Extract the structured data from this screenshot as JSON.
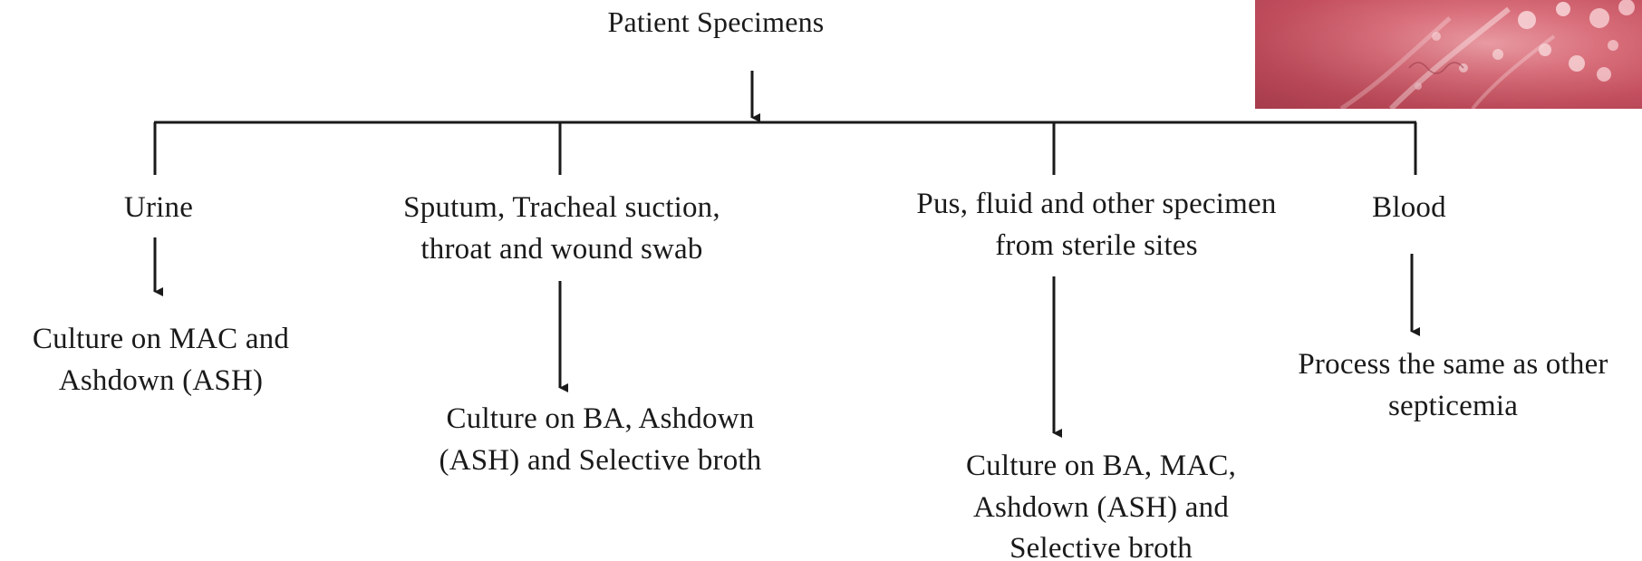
{
  "diagram": {
    "root": "Patient Specimens",
    "categories": {
      "urine": "Urine",
      "sputum": "Sputum, Tracheal suction,\nthroat and wound swab",
      "pus": "Pus, fluid and other specimen\nfrom sterile sites",
      "blood": "Blood"
    },
    "results": {
      "urine": "Culture on MAC and\nAshdown (ASH)",
      "sputum": "Culture on BA, Ashdown\n(ASH) and Selective broth",
      "pus": "Culture on BA, MAC,\nAshdown (ASH) and\nSelective broth",
      "blood": "Process the same as other\nsepticemia"
    }
  },
  "colors": {
    "line": "#1a1a1a",
    "text": "#1a1a1a",
    "photo_base": "#d06a76"
  }
}
